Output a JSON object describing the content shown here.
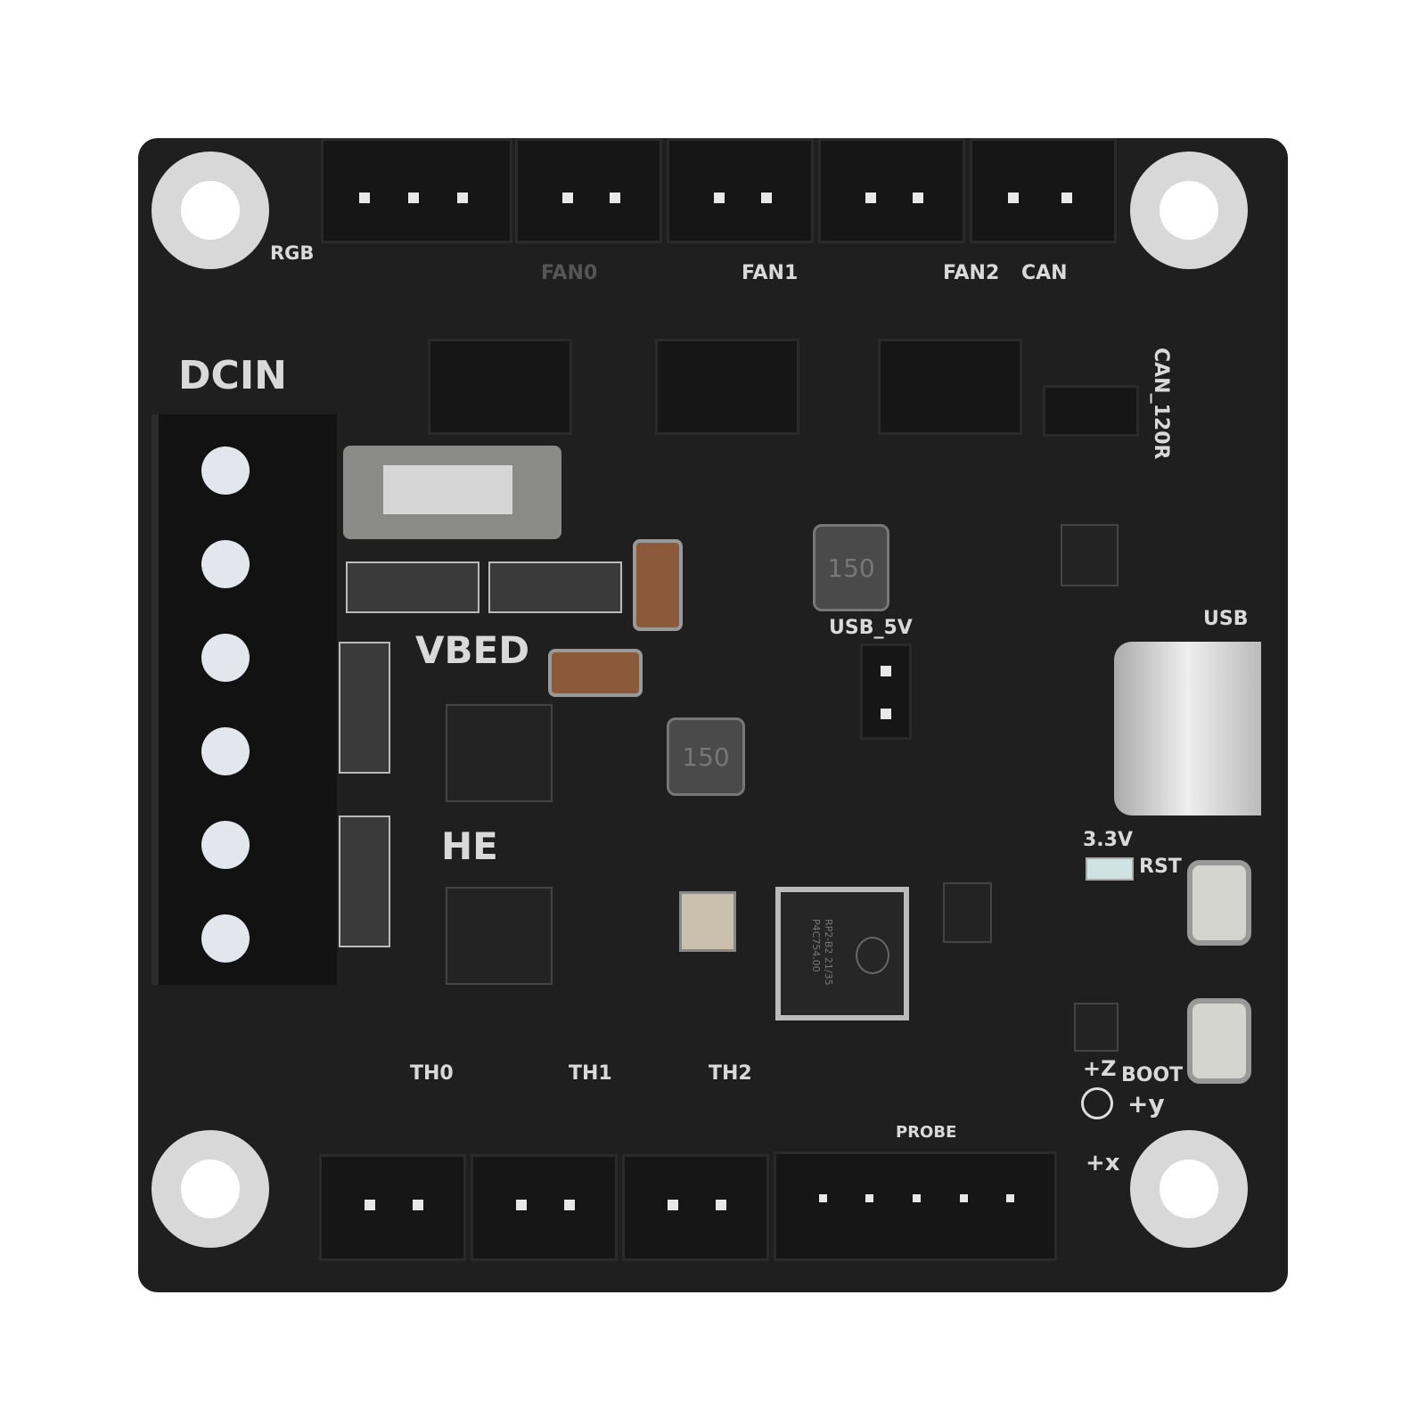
{
  "silkscreen": {
    "rgb": "RGB",
    "fan0": "FAN0",
    "fan1": "FAN1",
    "fan2": "FAN2",
    "can": "CAN",
    "can_120r": "CAN_120R",
    "dcin": "DCIN",
    "vbed": "VBED",
    "he": "HE",
    "usb_5v": "USB_5V",
    "usb": "USB",
    "v33": "3.3V",
    "rst": "RST",
    "boot": "BOOT",
    "axis_z": "+Z",
    "axis_y": "+y",
    "axis_x": "+x",
    "th0": "TH0",
    "th1": "TH1",
    "th2": "TH2",
    "probe": "PROBE"
  },
  "components": {
    "inductor_1": "150",
    "inductor_2": "150",
    "mcu_line1": "RP2-B2 21/35",
    "mcu_line2": "P4C754.00",
    "mcu_logo": "raspberry-pi-logo"
  },
  "colors": {
    "board": "#1f1f1f",
    "silkscreen": "#d9d9d9",
    "pads": "#e8e8e8"
  }
}
